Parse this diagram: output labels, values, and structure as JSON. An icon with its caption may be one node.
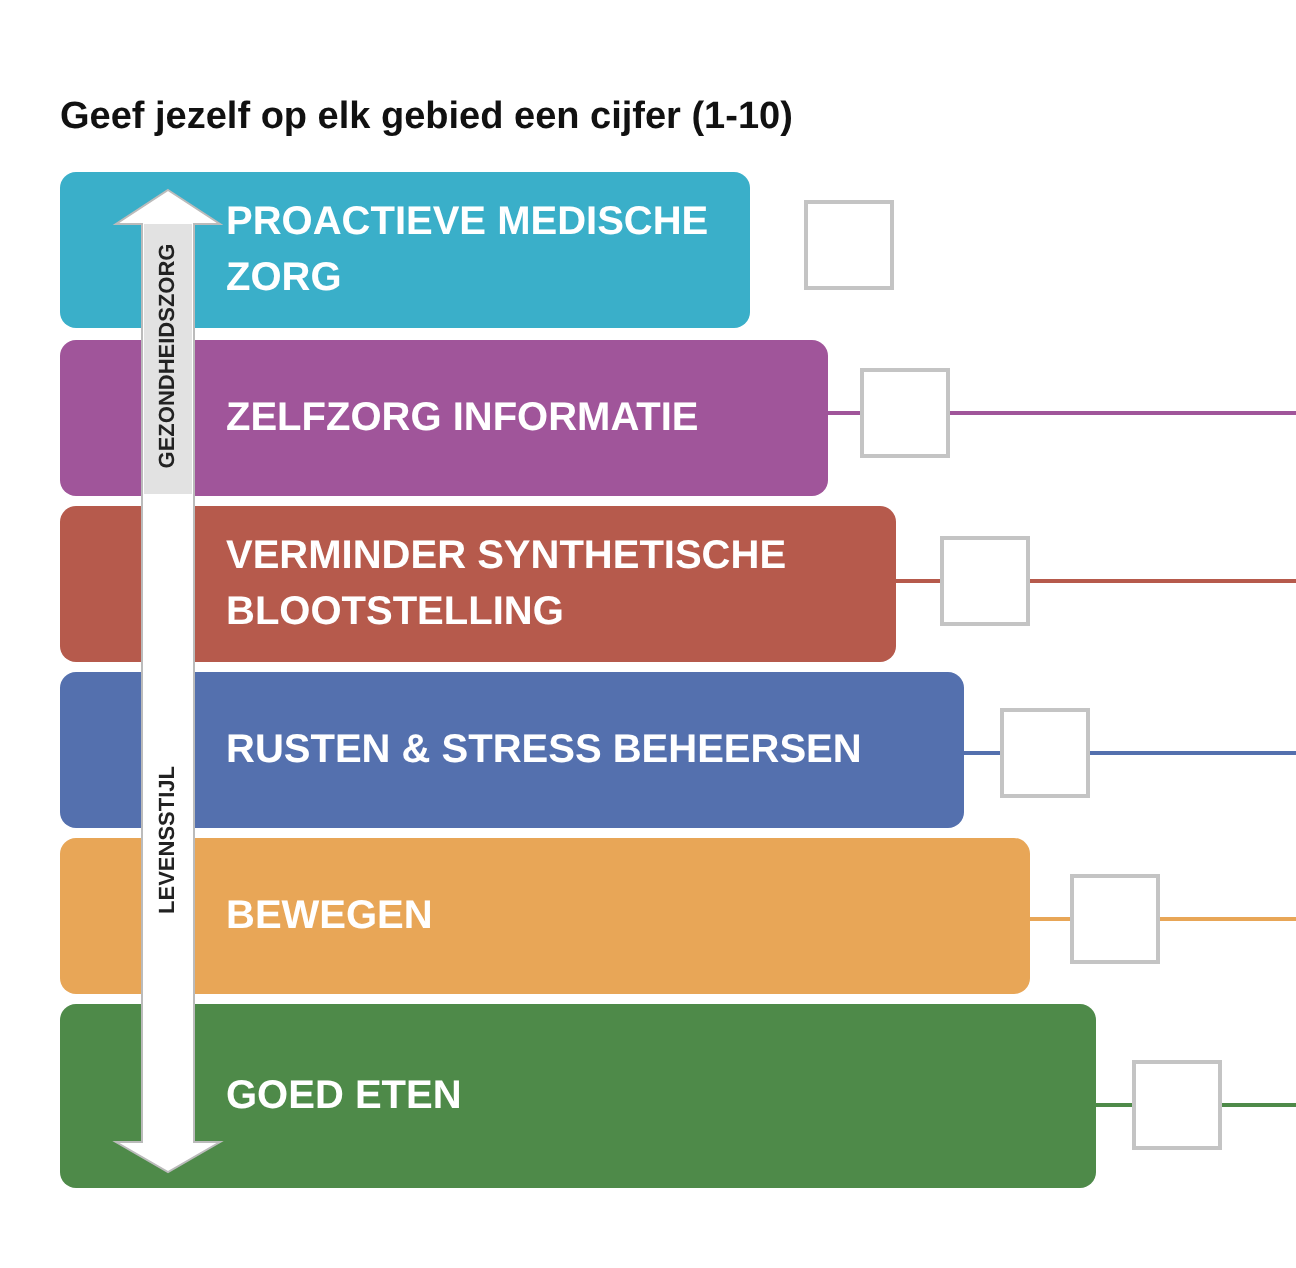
{
  "diagram": {
    "title": "Geef jezelf op elk gebied een cijfer (1-10)",
    "nodes": [
      {
        "text": [
          "PROACTIEVE MEDISCHE ZORG"
        ]
      },
      {
        "text": [],
        "shape": "box"
      },
      {
        "text": [
          "ZELFZORG INFORMATIE"
        ]
      },
      {
        "text": [],
        "shape": "box"
      },
      {
        "text": [
          "VERMINDER SYNTHETISCHE BLOOTSTELLING"
        ]
      },
      {
        "text": [],
        "shape": "box"
      },
      {
        "text": [
          "RUSTEN & STRESS BEHEERSEN"
        ]
      },
      {
        "text": [],
        "shape": "box"
      },
      {
        "text": [
          "BEWEGEN"
        ]
      },
      {
        "text": [],
        "shape": "box"
      },
      {
        "text": [
          "GOED ETEN"
        ]
      },
      {
        "text": [],
        "shape": "box"
      }
    ],
    "edges": [
      {
        "from": 2,
        "to": 3,
        "arrow": "none",
        "color": "#a0559a"
      },
      {
        "from": 3,
        "to": null,
        "arrow": "none",
        "color": "#a0559a"
      },
      {
        "from": 4,
        "to": 5,
        "arrow": "none",
        "color": "#b65a4c"
      },
      {
        "from": 5,
        "to": null,
        "arrow": "none",
        "color": "#b65a4c"
      },
      {
        "from": 6,
        "to": 7,
        "arrow": "none",
        "color": "#5470ae"
      },
      {
        "from": 7,
        "to": null,
        "arrow": "none",
        "color": "#5470ae"
      },
      {
        "from": 8,
        "to": 9,
        "arrow": "none",
        "color": "#e8a657"
      },
      {
        "from": 9,
        "to": null,
        "arrow": "none",
        "color": "#e8a657"
      },
      {
        "from": 10,
        "to": 11,
        "arrow": "none",
        "color": "#4e8a49"
      },
      {
        "from": 11,
        "to": null,
        "arrow": "none",
        "color": "#4e8a49"
      }
    ],
    "labels": [
      "GEZONDHEIDSZORG",
      "LEVENSSTIJL"
    ]
  }
}
